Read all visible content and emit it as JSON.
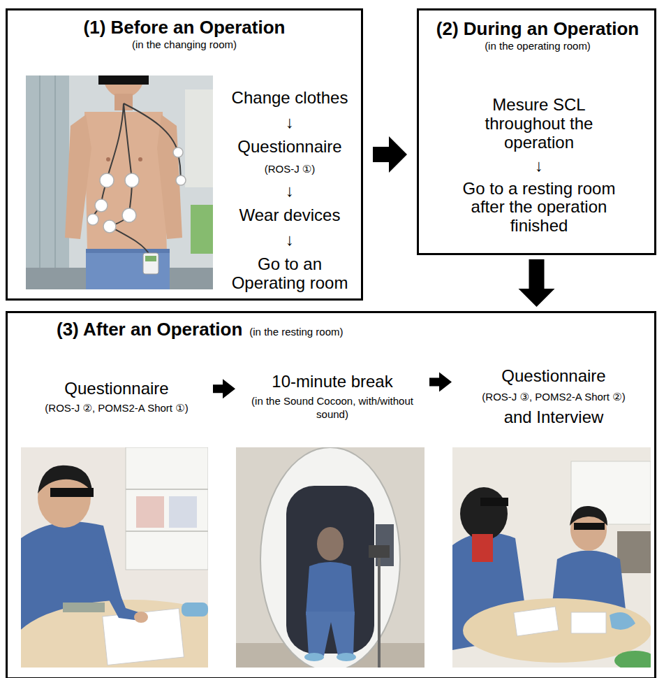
{
  "diagram": {
    "nodes": [
      {
        "text": [
          "(1) Before an Operation",
          "(in the changing room)",
          "Change clothes",
          "↓",
          "Questionnaire",
          "(ROS-J ①)",
          "↓",
          "Wear devices",
          "↓",
          "Go to an Operating room"
        ]
      },
      {
        "text": [
          "(2) During an Operation",
          "(in the operating room)",
          "Mesure SCL throughout the operation",
          "↓",
          "Go to a resting room after the operation finished"
        ]
      },
      {
        "text": [
          "(3) After an Operation",
          "(in the resting room)"
        ]
      },
      {
        "text": [
          "Questionnaire",
          "(ROS-J ②, POMS2-A Short ①)"
        ],
        "in": 2
      },
      {
        "text": [
          "10-minute break",
          "(in the Sound Cocoon, with/without sound)"
        ],
        "in": 2
      },
      {
        "text": [
          "Questionnaire",
          "(ROS-J ③, POMS2-A Short ②)",
          "and Interview"
        ],
        "in": 2
      }
    ],
    "edges": [
      {
        "from": 0,
        "to": 1,
        "arrow": "to"
      },
      {
        "from": 1,
        "to": 2,
        "arrow": "to"
      },
      {
        "from": 3,
        "to": 4,
        "arrow": "to"
      },
      {
        "from": 4,
        "to": 5,
        "arrow": "to"
      }
    ]
  }
}
